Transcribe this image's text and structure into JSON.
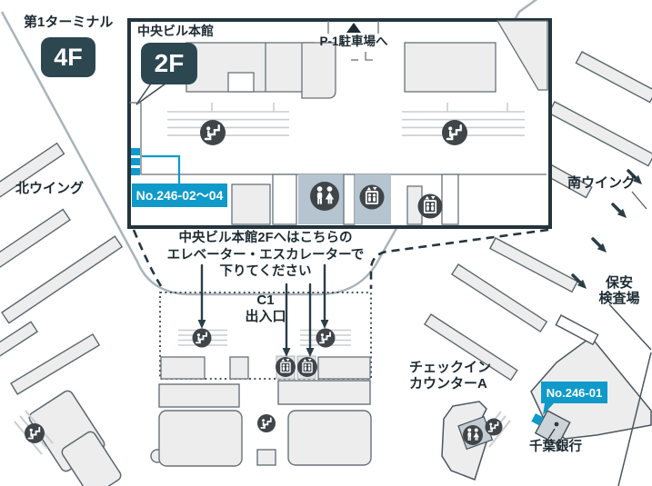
{
  "terminal": {
    "label": "第1ターミナル",
    "floor": "4F"
  },
  "building": {
    "label": "中央ビル本館",
    "floor": "2F"
  },
  "parking": {
    "label": "P-1駐車場へ"
  },
  "wings": {
    "north": "北ウイング",
    "south": "南ウイング"
  },
  "locker_badges": {
    "upper": "No.246-02〜04",
    "lower": "No.246-01"
  },
  "instructions": [
    "中央ビル本館2Fへはこちらの",
    "エレベーター・エスカレーターで",
    "下りてください"
  ],
  "exit": {
    "line1": "C1",
    "line2": "出入口"
  },
  "checkin": {
    "line1": "チェックイン",
    "line2": "カウンターA"
  },
  "security": {
    "line1": "保安",
    "line2": "検査場"
  },
  "bank": {
    "label": "千葉銀行"
  },
  "colors": {
    "accent_cyan": "#0f9aca",
    "dark_navy": "#2d4751",
    "icon_dark": "#3f4549",
    "light_fill": "#ededed",
    "blue_gray": "#b5c4cf"
  },
  "icon_legend": {
    "escalator": "escalator-icon",
    "elevator": "elevator-icon",
    "restroom": "restroom-icon",
    "parking_direction": "triangle-up-icon"
  }
}
